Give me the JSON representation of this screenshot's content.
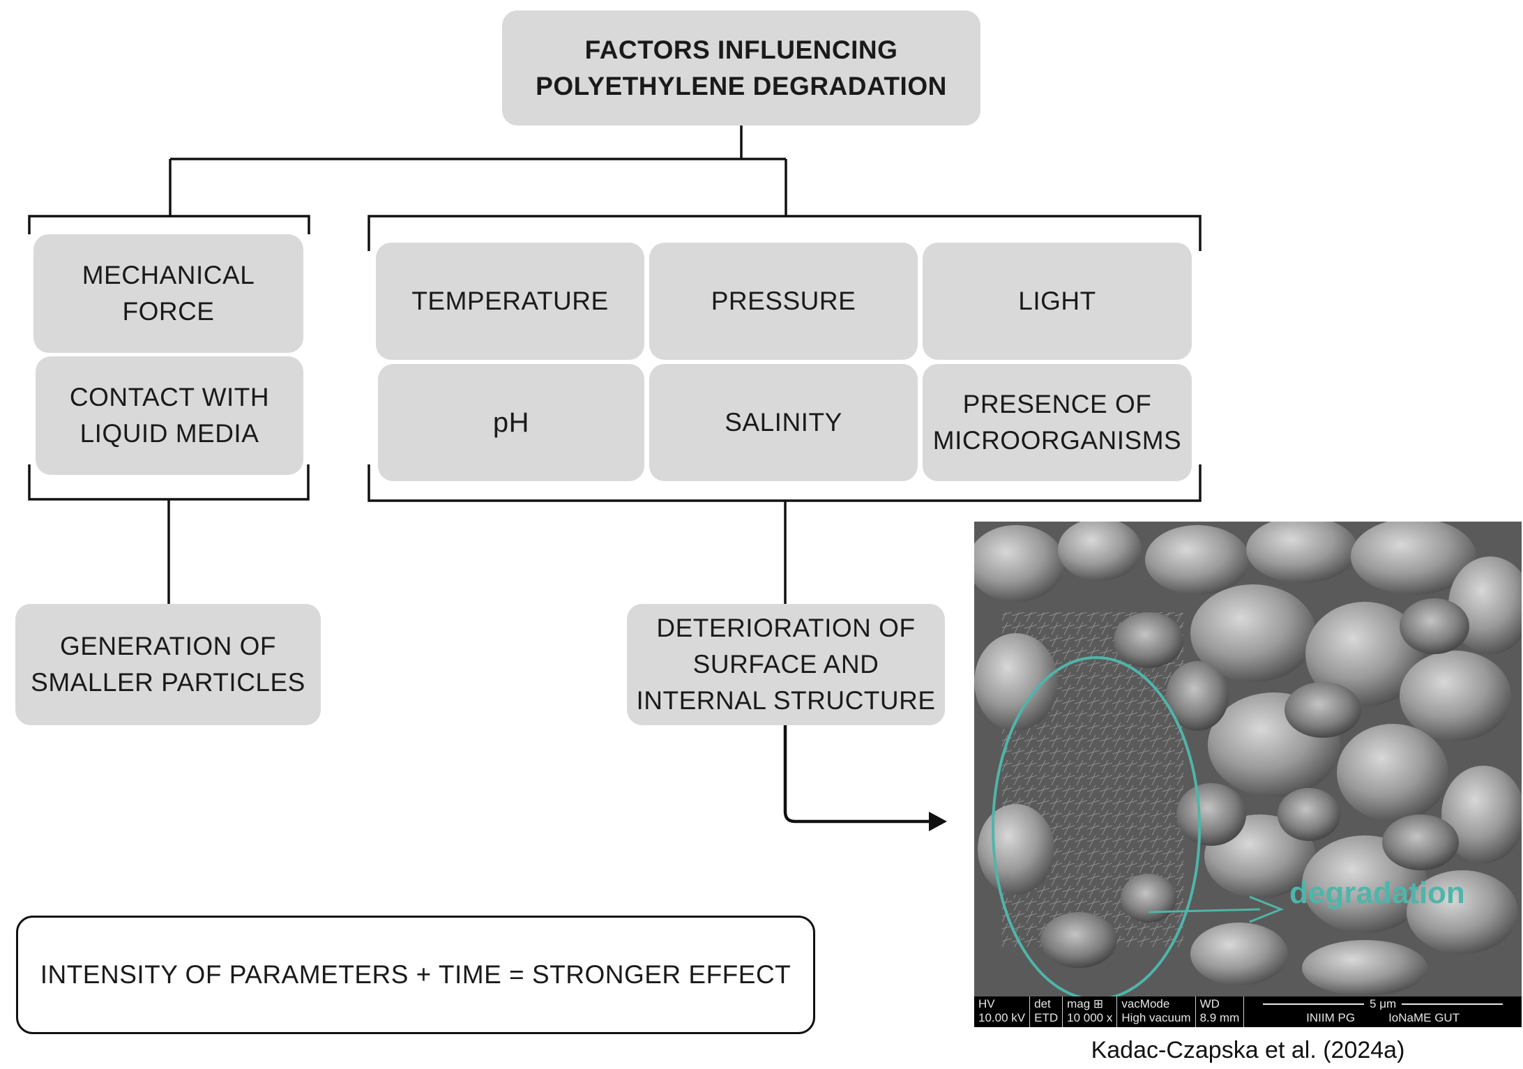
{
  "title": {
    "line1": "FACTORS INFLUENCING",
    "line2": "POLYETHYLENE DEGRADATION"
  },
  "left_group": {
    "factor1": {
      "line1": "MECHANICAL",
      "line2": "FORCE"
    },
    "factor2": {
      "line1": "CONTACT WITH",
      "line2": "LIQUID MEDIA"
    },
    "outcome": {
      "line1": "GENERATION OF",
      "line2": "SMALLER PARTICLES"
    }
  },
  "right_group": {
    "factors": {
      "temperature": "TEMPERATURE",
      "pressure": "PRESSURE",
      "light": "LIGHT",
      "ph": "pH",
      "salinity": "SALINITY",
      "microorganisms": {
        "line1": "PRESENCE OF",
        "line2": "MICROORGANISMS"
      }
    },
    "outcome": {
      "line1": "DETERIORATION OF",
      "line2": "SURFACE AND",
      "line3": "INTERNAL STRUCTURE"
    }
  },
  "summary": "INTENSITY OF PARAMETERS + TIME = STRONGER EFFECT",
  "sem_image": {
    "annotation": "degradation",
    "annotation_color": "#4fb5aa",
    "databar": {
      "hv_label": "HV",
      "hv_value": "10.00 kV",
      "det_label": "det",
      "det_value": "ETD",
      "mag_label": "mag ⊞",
      "mag_value": "10 000 x",
      "vac_label": "vacMode",
      "vac_value": "High vacuum",
      "wd_label": "WD",
      "wd_value": "8.9 mm",
      "scale": "5 μm",
      "org1": "INIIM PG",
      "org2": "IoNaME GUT"
    }
  },
  "citation": "Kadac-Czapska et al. (2024a)"
}
